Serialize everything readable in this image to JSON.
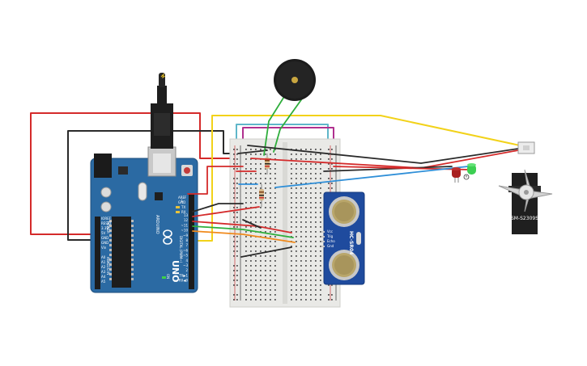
{
  "arduino": {
    "brand": "UNO",
    "sub_brand": "ARDUINO",
    "on_label": "ON",
    "tx_label": "TX",
    "rx_label": "RX",
    "l_label": "L",
    "power_header_label": "POWER",
    "analog_header_label": "ANALOG IN",
    "digital_header_label": "DIGITAL (PWM~)",
    "aref_label": "AREF",
    "gnd_label": "GND",
    "power_pins": [
      "IOREF",
      "RESET",
      "3.3V",
      "5V",
      "GND",
      "GND",
      "Vin"
    ],
    "analog_pins": [
      "A0",
      "A1",
      "A2",
      "A3",
      "A4",
      "A5"
    ],
    "digital_pins": [
      "13",
      "12",
      "~11",
      "~10",
      "~9",
      "8",
      "7",
      "~6",
      "~5",
      "4",
      "~3",
      "2",
      "TX▶1",
      "RX◀0"
    ]
  },
  "sensor": {
    "name": "HC-SR04",
    "pins": [
      "Vcc",
      "Trig",
      "Echo",
      "Gnd"
    ]
  },
  "servo": {
    "model": "SM-S2309S"
  },
  "colors": {
    "board": "#2b6aa3",
    "wire_red": "#d42a2a",
    "wire_black": "#2a2a2a",
    "wire_yellow": "#f2d21a",
    "wire_green": "#2fae3c",
    "wire_orange": "#f08a1c",
    "wire_blue": "#2f8fd8",
    "wire_magenta": "#b0308f",
    "wire_teal": "#5fb6c9"
  }
}
